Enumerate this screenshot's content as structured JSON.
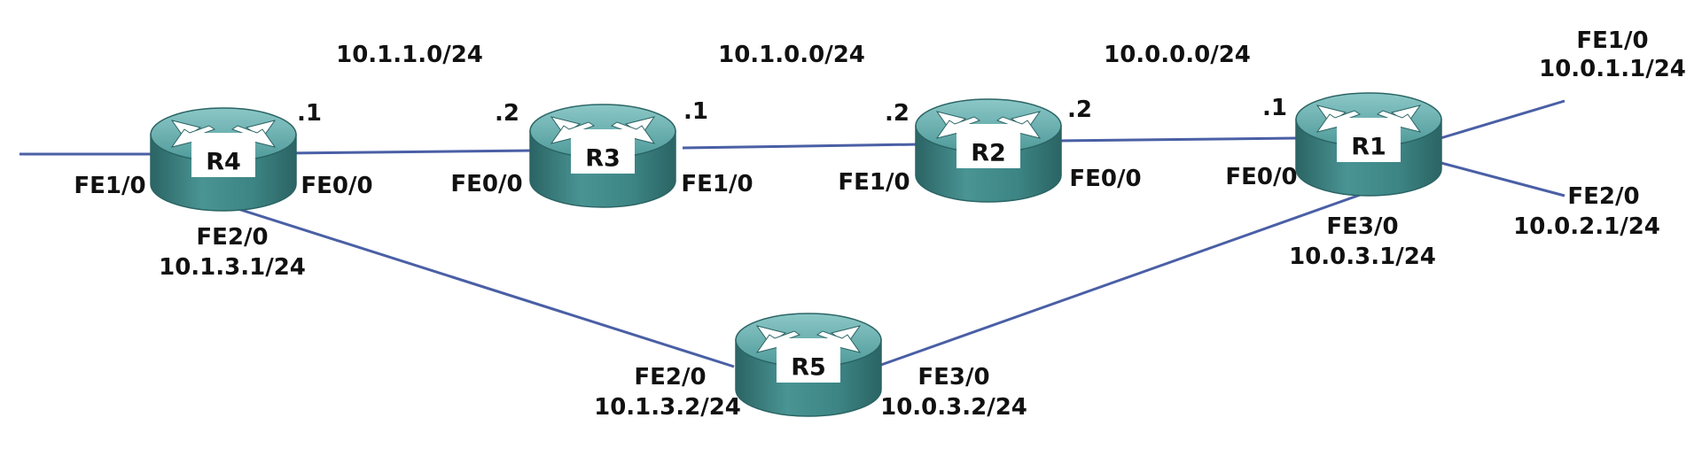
{
  "colors": {
    "link": "#4a5fa5",
    "router_top": "#5fa6a6",
    "router_top_light": "#8cc7c7",
    "router_body": "#3d8585",
    "router_body_dark": "#2b6464",
    "label_box": "#ffffff",
    "text": "#111111"
  },
  "icons": {
    "router": "router-icon"
  },
  "routers": {
    "r4": {
      "name": "R4"
    },
    "r3": {
      "name": "R3"
    },
    "r2": {
      "name": "R2"
    },
    "r1": {
      "name": "R1"
    },
    "r5": {
      "name": "R5"
    }
  },
  "networks": {
    "r4_r3": "10.1.1.0/24",
    "r3_r2": "10.1.0.0/24",
    "r2_r1": "10.0.0.0/24"
  },
  "interfaces": {
    "r4_fe1_0": "FE1/0",
    "r4_fe0_0": "FE0/0",
    "r4_host_1": ".1",
    "r4_fe2_0": "FE2/0",
    "r4_fe2_0_ip": "10.1.3.1/24",
    "r3_host_2": ".2",
    "r3_fe0_0": "FE0/0",
    "r3_host_1": ".1",
    "r3_fe1_0": "FE1/0",
    "r2_host_2a": ".2",
    "r2_fe1_0": "FE1/0",
    "r2_host_2b": ".2",
    "r2_fe0_0": "FE0/0",
    "r1_host_1": ".1",
    "r1_fe0_0": "FE0/0",
    "r1_fe1_0": "FE1/0",
    "r1_fe1_0_ip": "10.0.1.1/24",
    "r1_fe2_0": "FE2/0",
    "r1_fe2_0_ip": "10.0.2.1/24",
    "r1_fe3_0": "FE3/0",
    "r1_fe3_0_ip": "10.0.3.1/24",
    "r5_fe2_0": "FE2/0",
    "r5_fe2_0_ip": "10.1.3.2/24",
    "r5_fe3_0": "FE3/0",
    "r5_fe3_0_ip": "10.0.3.2/24"
  }
}
